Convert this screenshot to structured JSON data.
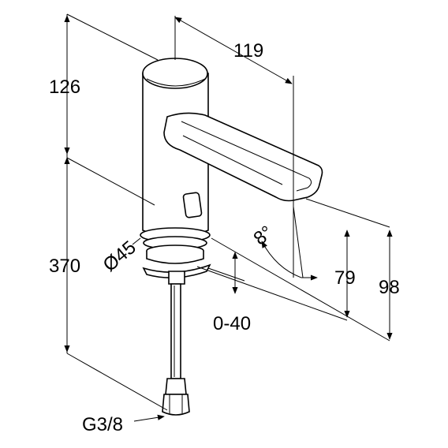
{
  "dimensions": {
    "spout_reach": "119",
    "top_height": "126",
    "total_height": "370",
    "body_diameter": "Ø45",
    "spout_angle": "8°",
    "spout_height": "79",
    "top_to_base": "98",
    "deck_thickness": "0-40",
    "thread": "G3/8"
  },
  "colors": {
    "line": "#000000",
    "background": "#ffffff"
  }
}
